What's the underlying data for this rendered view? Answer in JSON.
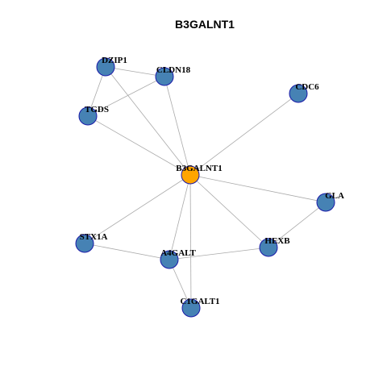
{
  "graph": {
    "title": "B3GALNT1",
    "colors": {
      "node_fill": "#4682b4",
      "center_fill": "#ffa500",
      "node_stroke": "#1a1aa8",
      "edge": "#aaaaaa"
    },
    "center": "B3GALNT1",
    "nodes": [
      {
        "id": "DZIP1",
        "label": "DZIP1"
      },
      {
        "id": "CLDN18",
        "label": "CLDN18"
      },
      {
        "id": "CDC6",
        "label": "CDC6"
      },
      {
        "id": "TGDS",
        "label": "TGDS"
      },
      {
        "id": "B3GALNT1",
        "label": "B3GALNT1"
      },
      {
        "id": "GLA",
        "label": "GLA"
      },
      {
        "id": "STX1A",
        "label": "STX1A"
      },
      {
        "id": "HEXB",
        "label": "HEXB"
      },
      {
        "id": "A4GALT",
        "label": "A4GALT"
      },
      {
        "id": "C1GALT1",
        "label": "C1GALT1"
      }
    ],
    "edges": [
      [
        "DZIP1",
        "CLDN18"
      ],
      [
        "DZIP1",
        "TGDS"
      ],
      [
        "DZIP1",
        "B3GALNT1"
      ],
      [
        "CLDN18",
        "TGDS"
      ],
      [
        "CLDN18",
        "B3GALNT1"
      ],
      [
        "TGDS",
        "B3GALNT1"
      ],
      [
        "CDC6",
        "B3GALNT1"
      ],
      [
        "B3GALNT1",
        "GLA"
      ],
      [
        "B3GALNT1",
        "STX1A"
      ],
      [
        "B3GALNT1",
        "HEXB"
      ],
      [
        "B3GALNT1",
        "A4GALT"
      ],
      [
        "B3GALNT1",
        "C1GALT1"
      ],
      [
        "GLA",
        "HEXB"
      ],
      [
        "STX1A",
        "A4GALT"
      ],
      [
        "A4GALT",
        "HEXB"
      ],
      [
        "A4GALT",
        "C1GALT1"
      ]
    ]
  }
}
